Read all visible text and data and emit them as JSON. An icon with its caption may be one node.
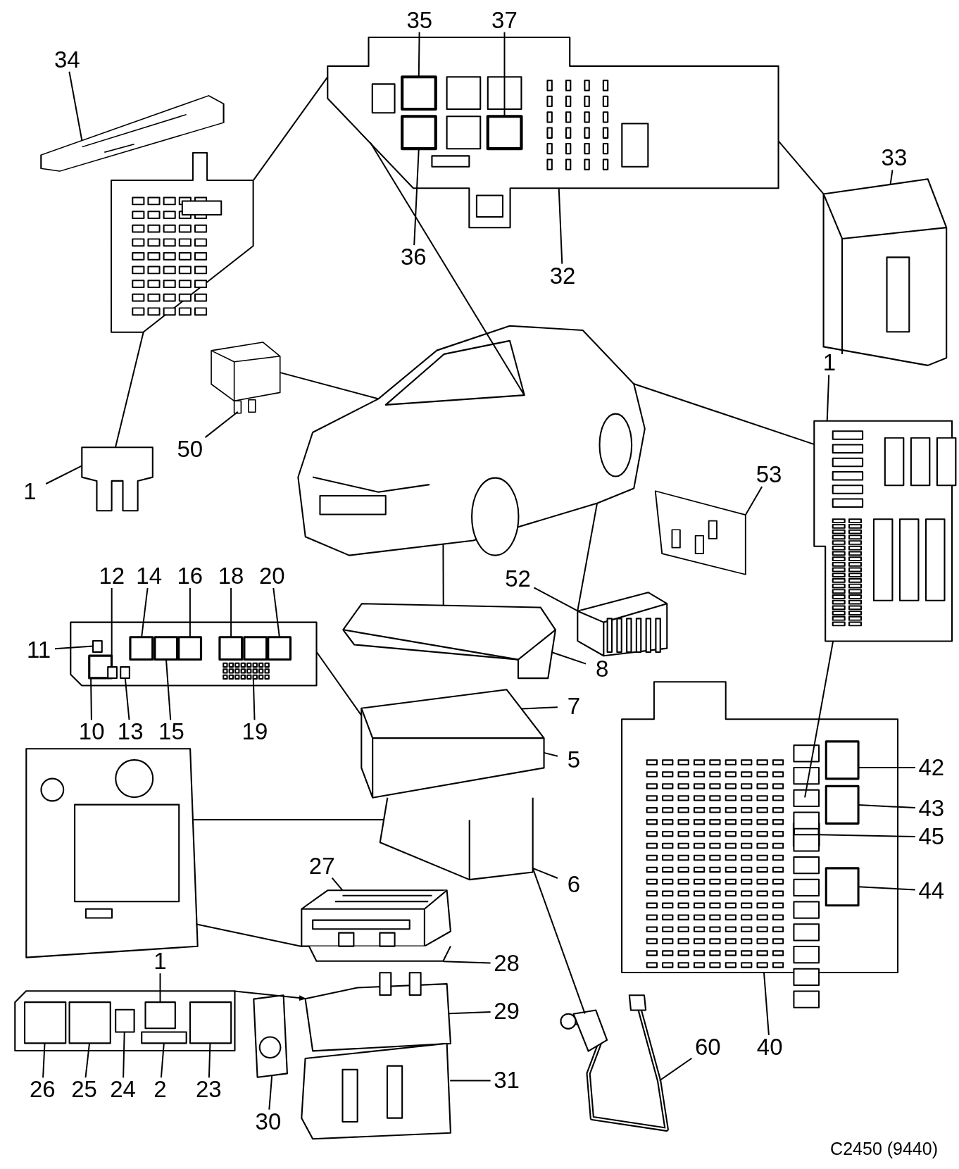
{
  "diagram": {
    "nodes": [
      {
        "text": [
          "35"
        ]
      },
      {
        "text": [
          "37"
        ]
      },
      {
        "text": [
          "34"
        ]
      },
      {
        "text": [
          "33"
        ]
      },
      {
        "text": [
          "36"
        ]
      },
      {
        "text": [
          "32"
        ]
      },
      {
        "text": [
          "1"
        ]
      },
      {
        "text": [
          "50"
        ]
      },
      {
        "text": [
          "53"
        ]
      },
      {
        "text": [
          "1"
        ]
      },
      {
        "text": [
          "12"
        ]
      },
      {
        "text": [
          "14"
        ]
      },
      {
        "text": [
          "16"
        ]
      },
      {
        "text": [
          "18"
        ]
      },
      {
        "text": [
          "20"
        ]
      },
      {
        "text": [
          "52"
        ]
      },
      {
        "text": [
          "11"
        ]
      },
      {
        "text": [
          "8"
        ]
      },
      {
        "text": [
          "7"
        ]
      },
      {
        "text": [
          "10"
        ]
      },
      {
        "text": [
          "13"
        ]
      },
      {
        "text": [
          "15"
        ]
      },
      {
        "text": [
          "19"
        ]
      },
      {
        "text": [
          "5"
        ]
      },
      {
        "text": [
          "42"
        ]
      },
      {
        "text": [
          "43"
        ]
      },
      {
        "text": [
          "45"
        ]
      },
      {
        "text": [
          "27"
        ]
      },
      {
        "text": [
          "6"
        ]
      },
      {
        "text": [
          "44"
        ]
      },
      {
        "text": [
          "28"
        ]
      },
      {
        "text": [
          "1"
        ]
      },
      {
        "text": [
          "29"
        ]
      },
      {
        "text": [
          "60"
        ]
      },
      {
        "text": [
          "40"
        ]
      },
      {
        "text": [
          "31"
        ]
      },
      {
        "text": [
          "26"
        ]
      },
      {
        "text": [
          "25"
        ]
      },
      {
        "text": [
          "24"
        ]
      },
      {
        "text": [
          "2"
        ]
      },
      {
        "text": [
          "23"
        ]
      },
      {
        "text": [
          "30"
        ]
      },
      {
        "text": [],
        "shape": "picture"
      },
      {
        "text": [],
        "shape": "picture"
      },
      {
        "text": [],
        "shape": "picture"
      },
      {
        "text": [],
        "shape": "picture"
      },
      {
        "text": [],
        "shape": "picture"
      },
      {
        "text": [],
        "shape": "picture"
      },
      {
        "text": [],
        "shape": "picture"
      },
      {
        "text": [],
        "shape": "picture"
      },
      {
        "text": [],
        "shape": "picture"
      },
      {
        "text": [],
        "shape": "picture"
      },
      {
        "text": [],
        "shape": "picture"
      },
      {
        "text": [],
        "shape": "picture"
      },
      {
        "text": [],
        "shape": "picture"
      },
      {
        "text": [],
        "shape": "picture"
      },
      {
        "text": [],
        "shape": "picture"
      },
      {
        "text": [],
        "shape": "picture"
      },
      {
        "text": [],
        "shape": "picture"
      },
      {
        "text": [],
        "shape": "picture"
      },
      {
        "text": [],
        "shape": "picture"
      },
      {
        "text": [],
        "shape": "picture"
      }
    ],
    "edges": [
      {
        "from": 0,
        "to": 43,
        "arrow": "none"
      },
      {
        "from": 1,
        "to": 43,
        "arrow": "none"
      },
      {
        "from": 2,
        "to": 42,
        "arrow": "none"
      },
      {
        "from": 3,
        "to": 45,
        "arrow": "none"
      },
      {
        "from": 4,
        "to": 43,
        "arrow": "none"
      },
      {
        "from": 5,
        "to": 43,
        "arrow": "none"
      },
      {
        "from": 6,
        "to": 50,
        "arrow": "none"
      },
      {
        "from": 7,
        "to": 46,
        "arrow": "none"
      },
      {
        "from": 8,
        "to": 49,
        "arrow": "none"
      },
      {
        "from": 9,
        "to": 48,
        "arrow": "none"
      },
      {
        "from": 10,
        "to": 53,
        "arrow": "none"
      },
      {
        "from": 11,
        "to": 53,
        "arrow": "none"
      },
      {
        "from": 12,
        "to": 53,
        "arrow": "none"
      },
      {
        "from": 13,
        "to": 53,
        "arrow": "none"
      },
      {
        "from": 14,
        "to": 53,
        "arrow": "none"
      },
      {
        "from": 15,
        "to": 51,
        "arrow": "none"
      },
      {
        "from": 16,
        "to": 53,
        "arrow": "none"
      },
      {
        "from": 17,
        "to": 52,
        "arrow": "none"
      },
      {
        "from": 18,
        "to": 54,
        "arrow": "none"
      },
      {
        "from": 19,
        "to": 53,
        "arrow": "none"
      },
      {
        "from": 20,
        "to": 53,
        "arrow": "none"
      },
      {
        "from": 21,
        "to": 53,
        "arrow": "none"
      },
      {
        "from": 22,
        "to": 53,
        "arrow": "none"
      },
      {
        "from": 23,
        "to": 54,
        "arrow": "none"
      },
      {
        "from": 24,
        "to": 56,
        "arrow": "none"
      },
      {
        "from": 25,
        "to": 56,
        "arrow": "none"
      },
      {
        "from": 26,
        "to": 56,
        "arrow": "none"
      },
      {
        "from": 27,
        "to": 57,
        "arrow": "none"
      },
      {
        "from": 28,
        "to": 54,
        "arrow": "none"
      },
      {
        "from": 29,
        "to": 56,
        "arrow": "none"
      },
      {
        "from": 30,
        "to": 57,
        "arrow": "none"
      },
      {
        "from": 31,
        "to": 59,
        "arrow": "none"
      },
      {
        "from": 32,
        "to": 58,
        "arrow": "none"
      },
      {
        "from": 33,
        "to": 61,
        "arrow": "none"
      },
      {
        "from": 34,
        "to": 56,
        "arrow": "none"
      },
      {
        "from": 35,
        "to": 58,
        "arrow": "none"
      },
      {
        "from": 36,
        "to": 59,
        "arrow": "none"
      },
      {
        "from": 37,
        "to": 59,
        "arrow": "none"
      },
      {
        "from": 38,
        "to": 59,
        "arrow": "none"
      },
      {
        "from": 39,
        "to": 59,
        "arrow": "none"
      },
      {
        "from": 40,
        "to": 59,
        "arrow": "none"
      },
      {
        "from": 41,
        "to": 60,
        "arrow": "none"
      },
      {
        "from": 44,
        "to": 43,
        "arrow": "none"
      },
      {
        "from": 44,
        "to": 48,
        "arrow": "none"
      },
      {
        "from": 47,
        "to": 43,
        "arrow": "none"
      },
      {
        "from": 47,
        "to": 46,
        "arrow": "none"
      },
      {
        "from": 47,
        "to": 50,
        "arrow": "none"
      },
      {
        "from": 43,
        "to": 45,
        "arrow": "none"
      },
      {
        "from": 47,
        "to": 51,
        "arrow": "none"
      },
      {
        "from": 47,
        "to": 52,
        "arrow": "none"
      },
      {
        "from": 53,
        "to": 54,
        "arrow": "none"
      },
      {
        "from": 50,
        "to": 56,
        "arrow": "none"
      },
      {
        "from": 55,
        "to": 54,
        "arrow": "none"
      },
      {
        "from": 55,
        "to": 57,
        "arrow": "none"
      },
      {
        "from": 59,
        "to": 58,
        "arrow": "to"
      },
      {
        "from": 54,
        "to": 61,
        "arrow": "none"
      }
    ],
    "labels": [
      "C2450 (9440)"
    ]
  }
}
